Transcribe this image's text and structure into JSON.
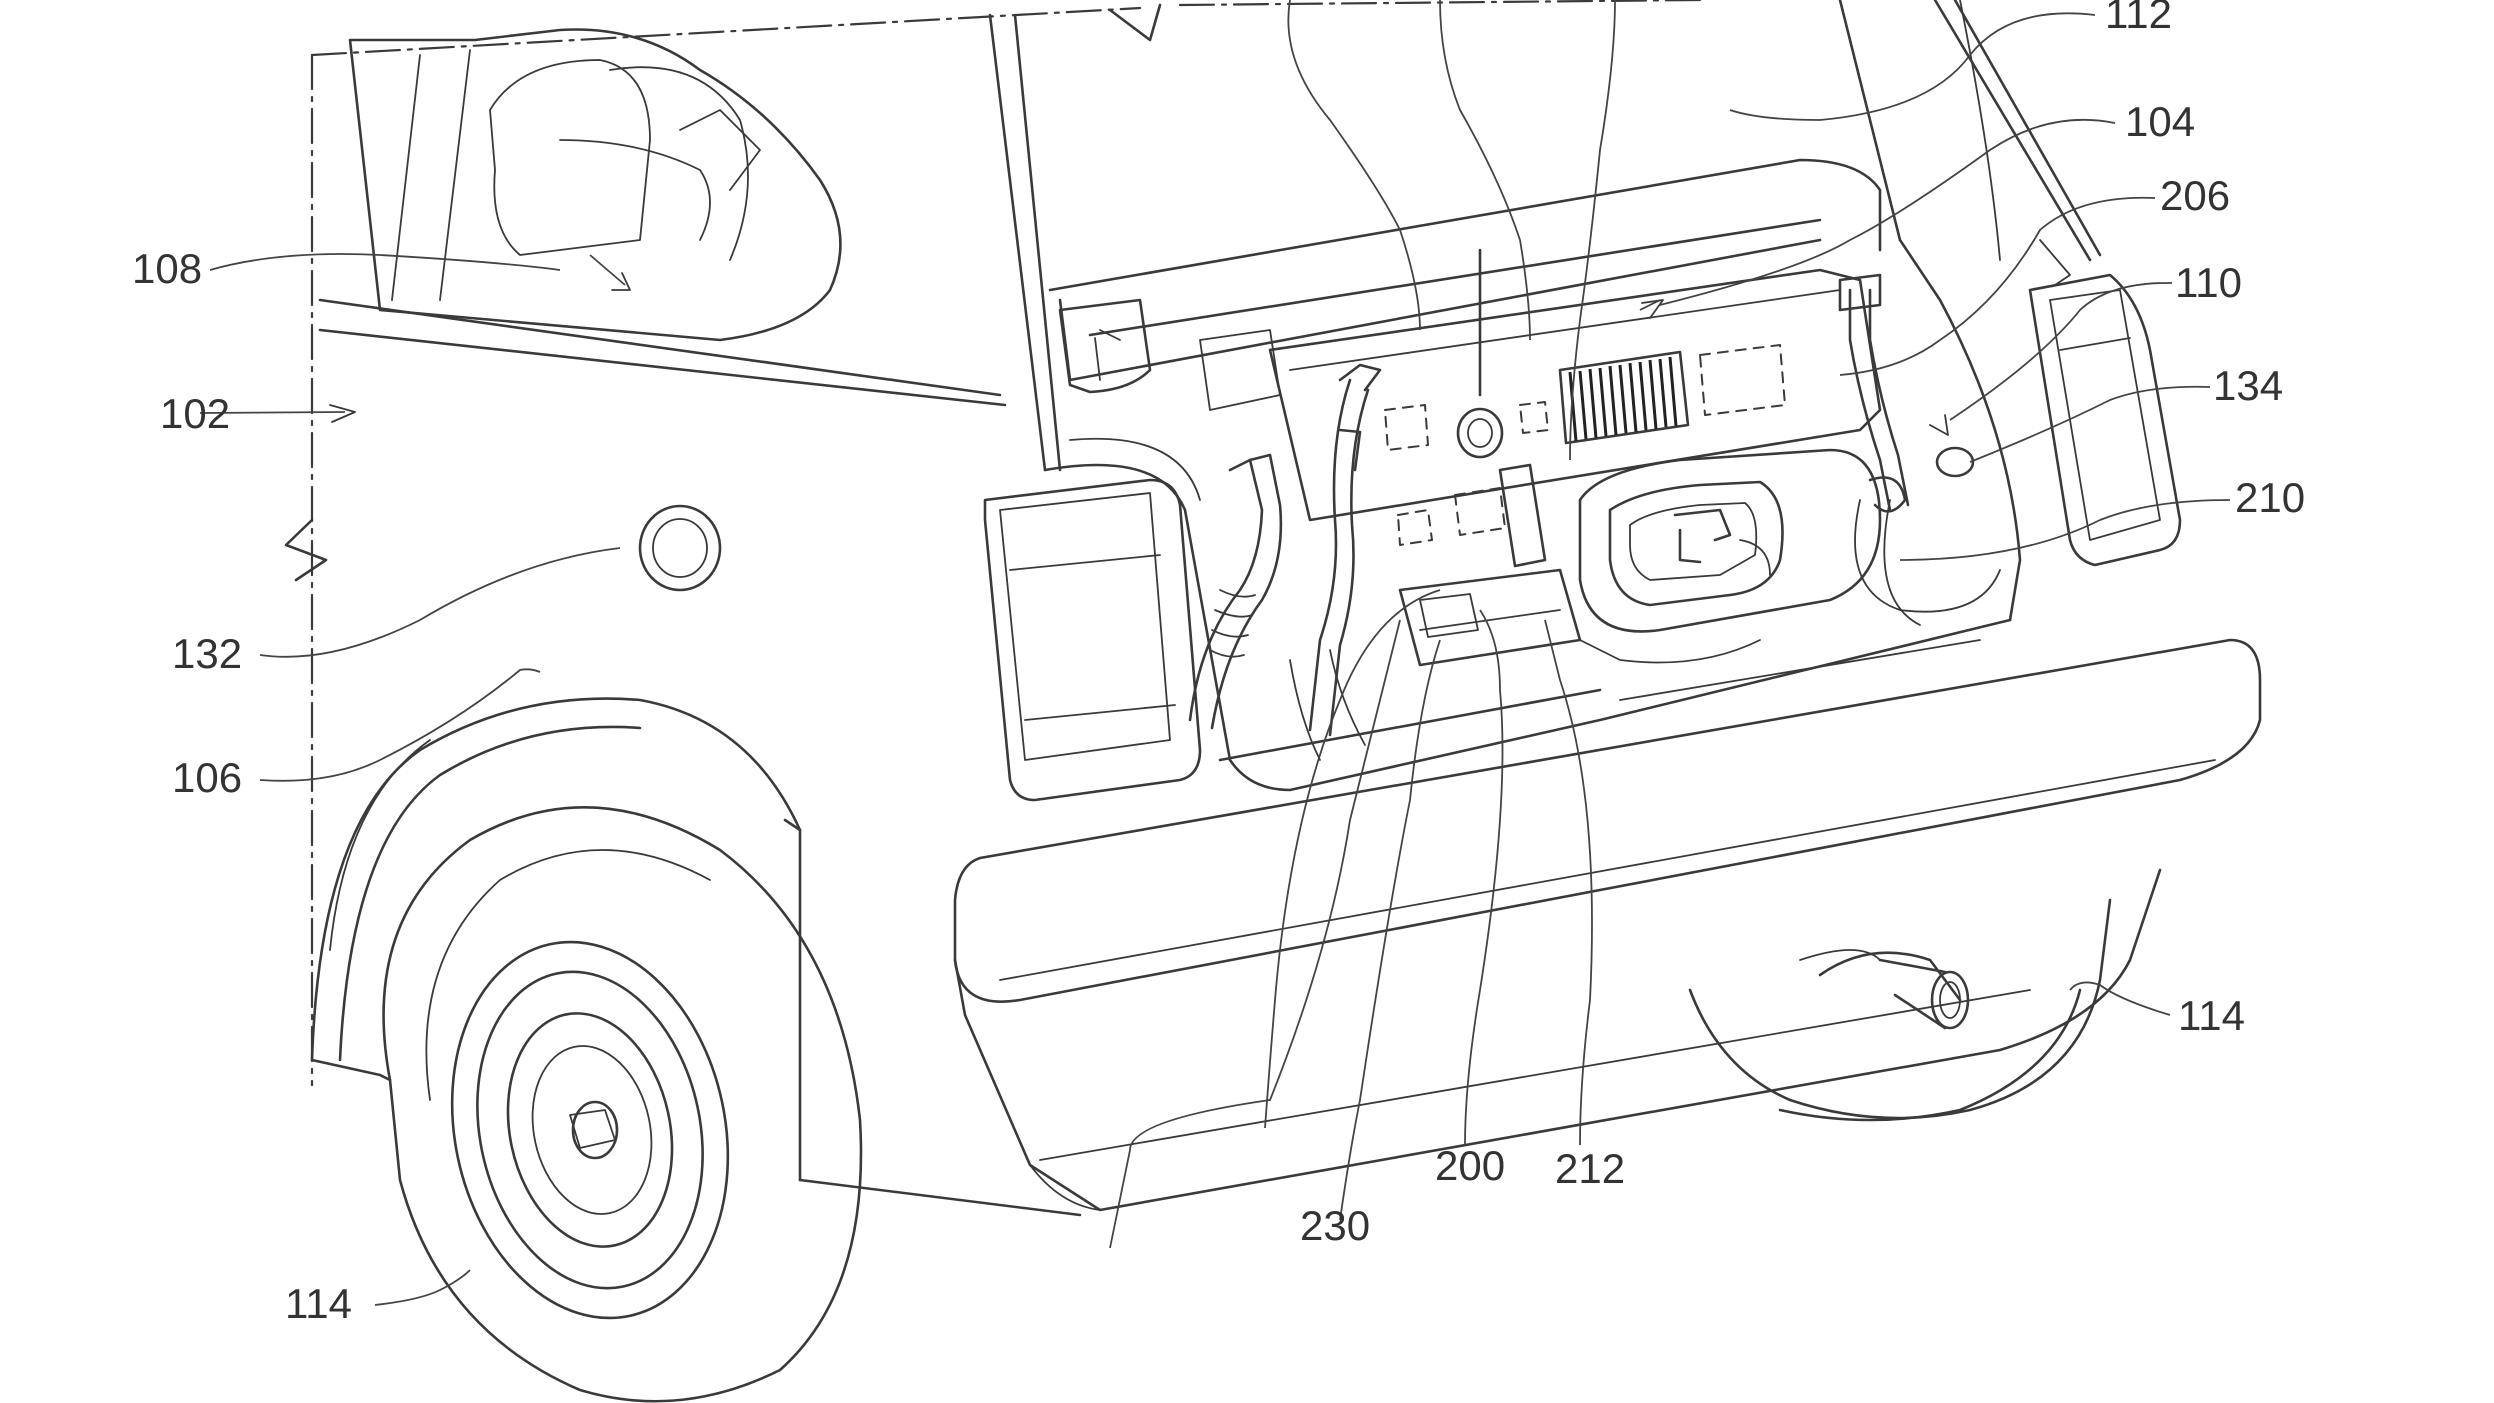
{
  "figure": {
    "reference_numerals": [
      {
        "id": "ref-112",
        "label": "112"
      },
      {
        "id": "ref-104",
        "label": "104"
      },
      {
        "id": "ref-206",
        "label": "206"
      },
      {
        "id": "ref-110",
        "label": "110"
      },
      {
        "id": "ref-134",
        "label": "134"
      },
      {
        "id": "ref-210",
        "label": "210"
      },
      {
        "id": "ref-108",
        "label": "108"
      },
      {
        "id": "ref-102",
        "label": "102"
      },
      {
        "id": "ref-132",
        "label": "132"
      },
      {
        "id": "ref-106",
        "label": "106"
      },
      {
        "id": "ref-114-right",
        "label": "114"
      },
      {
        "id": "ref-114-left",
        "label": "114"
      },
      {
        "id": "ref-200",
        "label": "200"
      },
      {
        "id": "ref-212",
        "label": "212"
      },
      {
        "id": "ref-230",
        "label": "230"
      }
    ]
  },
  "colors": {
    "line": "#3a3a3a",
    "background": "#ffffff"
  }
}
